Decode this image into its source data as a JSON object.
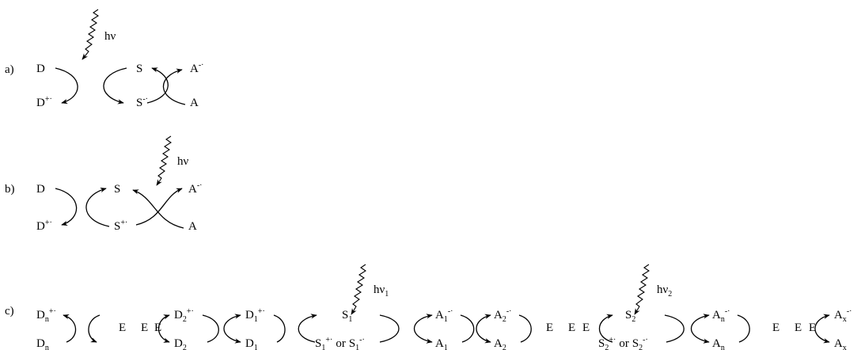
{
  "colors": {
    "ink": "#000000",
    "background": "#ffffff"
  },
  "panel_a": {
    "label": "a)",
    "light": "hν",
    "donor": "D",
    "donor_ox": "D",
    "donor_ox_charge": "+·",
    "sens": "S",
    "sens_red": "S",
    "sens_red_charge": "-·",
    "acceptor_red": "A",
    "acceptor_red_charge": "-·",
    "acceptor": "A"
  },
  "panel_b": {
    "label": "b)",
    "light": "hν",
    "donor": "D",
    "donor_ox": "D",
    "donor_ox_charge": "+·",
    "sens": "S",
    "sens_ox": "S",
    "sens_ox_charge": "+·",
    "acceptor_red": "A",
    "acceptor_red_charge": "-·",
    "acceptor": "A"
  },
  "panel_c": {
    "label": "c)",
    "light1": "hν",
    "light1_sub": "1",
    "light2": "hν",
    "light2_sub": "2",
    "dn_ox": "D",
    "dn_ox_sub": "n",
    "dn_ox_charge": "+·",
    "dn": "D",
    "dn_sub": "n",
    "e": "E",
    "d2_ox": "D",
    "d2_ox_sub": "2",
    "d2_ox_charge": "+·",
    "d2": "D",
    "d2_sub": "2",
    "d1_ox": "D",
    "d1_ox_sub": "1",
    "d1_ox_charge": "+·",
    "d1": "D",
    "d1_sub": "1",
    "s1": "S",
    "s1_sub": "1",
    "s1_ox": "S",
    "s1_ox_sub": "1",
    "s1_ox_charge": "+·",
    "or": "or",
    "s1_red": "S",
    "s1_red_sub": "1",
    "s1_red_charge": "-·",
    "a1_red": "A",
    "a1_red_sub": "1",
    "a1_red_charge": "-·",
    "a1": "A",
    "a1_sub": "1",
    "a2_red": "A",
    "a2_red_sub": "2",
    "a2_red_charge": "-·",
    "a2": "A",
    "a2_sub": "2",
    "s2": "S",
    "s2_sub": "2",
    "s2_ox": "S",
    "s2_ox_sub": "2",
    "s2_ox_charge": "+·",
    "s2_red": "S",
    "s2_red_sub": "2",
    "s2_red_charge": "-·",
    "an_red": "A",
    "an_red_sub": "n",
    "an_red_charge": "-·",
    "an": "A",
    "an_sub": "n",
    "ax_red": "A",
    "ax_red_sub": "x",
    "ax_red_charge": "-·",
    "ax": "A",
    "ax_sub": "x"
  }
}
